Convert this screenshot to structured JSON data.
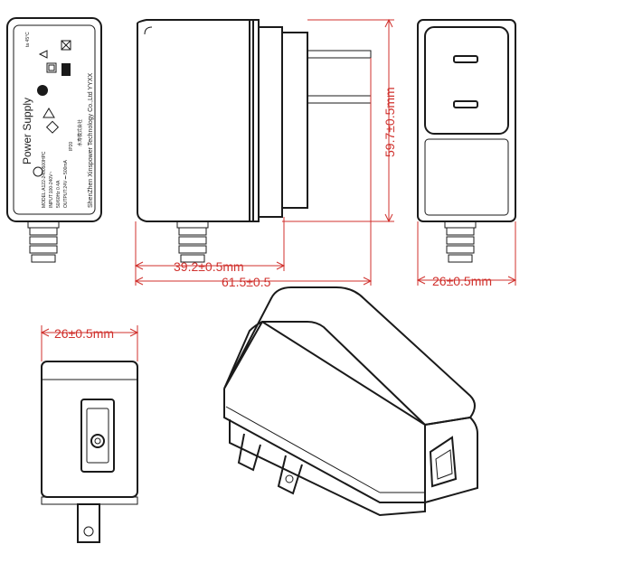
{
  "label": {
    "title": "Power Supply",
    "company": "ShenZhen Xinspower Technology Co.,Ltd YYXX",
    "model": "MODEL:A122-2400500HPC",
    "input": "INPUT:100-240V~",
    "freq": "50/60Hz 0.4A",
    "output": "OUTPUT:24V ⎓ 500mA",
    "chinese": "水寿模式会社",
    "temp": "ta 45°C",
    "rating": "IP20"
  },
  "dimensions": {
    "height": "59.7±0.5mm",
    "depth_body": "39.2±0.5mm",
    "depth_total": "61.5±0.5",
    "width_front": "26±0.5mm",
    "width_side": "26±0.5mm"
  },
  "colors": {
    "ink": "#1a1a1a",
    "dimension": "#d0312d"
  }
}
